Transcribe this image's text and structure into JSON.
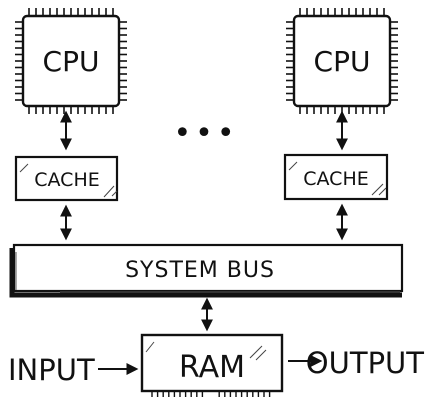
{
  "diagram": {
    "cpus": [
      {
        "label": "CPU"
      },
      {
        "label": "CPU"
      }
    ],
    "ellipsis": "•••",
    "caches": [
      {
        "label": "CACHE"
      },
      {
        "label": "CACHE"
      }
    ],
    "bus": {
      "label": "SYSTEM BUS"
    },
    "ram": {
      "label": "RAM"
    },
    "input": {
      "label": "INPUT"
    },
    "output": {
      "label": "OUTPUT"
    }
  }
}
